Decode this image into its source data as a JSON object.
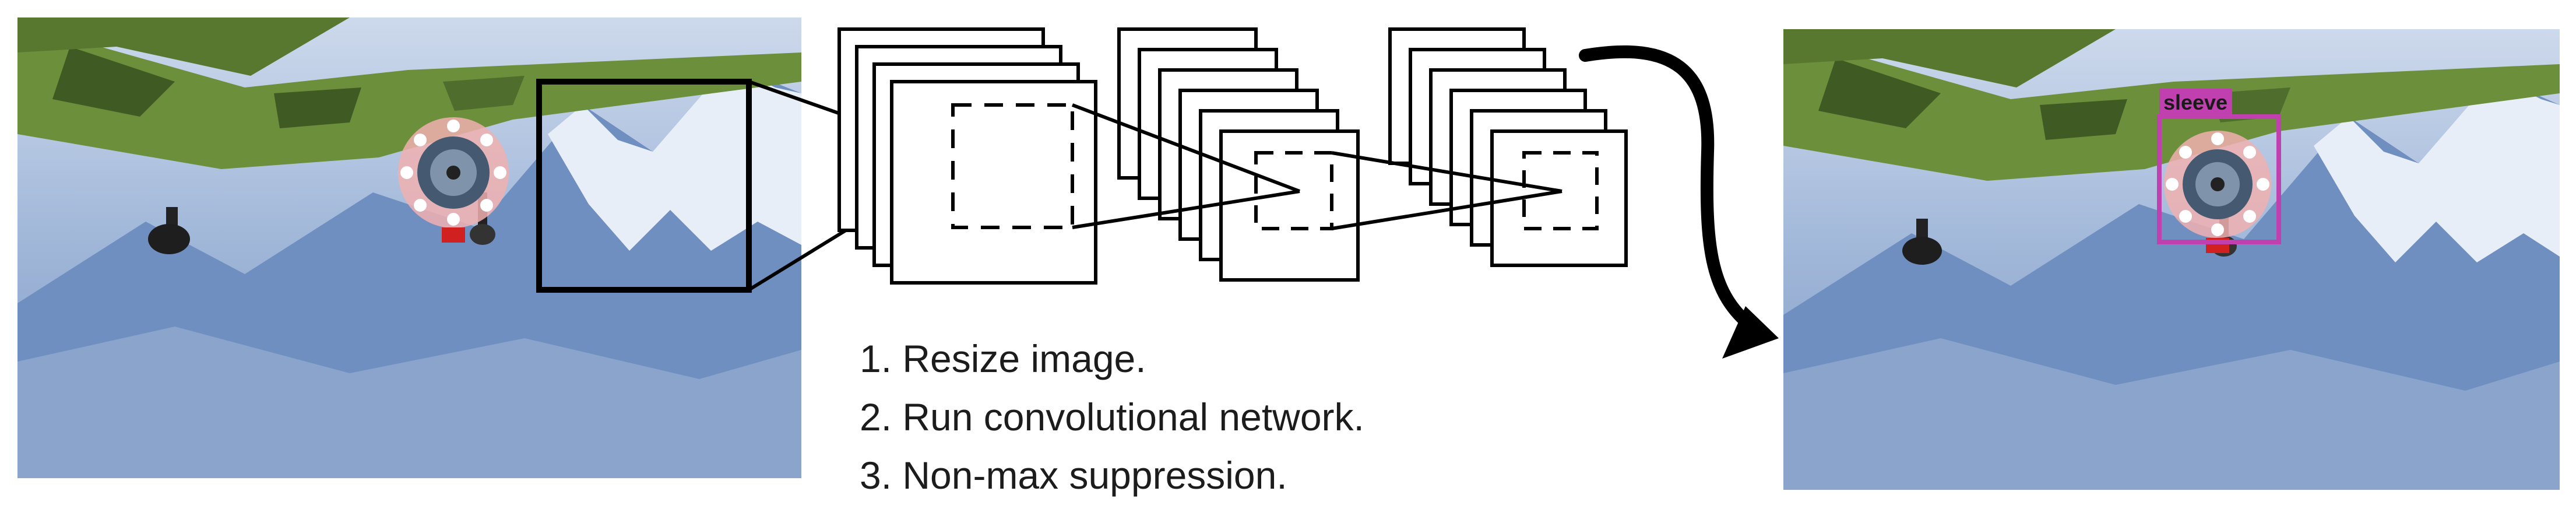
{
  "steps": [
    {
      "number": "1.",
      "text": "Resize image."
    },
    {
      "number": "2.",
      "text": "Run convolutional network."
    },
    {
      "number": "3.",
      "text": "Non-max suppression."
    }
  ],
  "detection": {
    "label": "sleeve",
    "box_color": "#c040b0",
    "label_text_color": "#1a1a1a"
  },
  "colors": {
    "sky": "#9fb6d8",
    "mountain": "#6f8fc0",
    "snow": "#e8eef8",
    "airplane_green": "#6b8f3a",
    "airplane_dark": "#3f5a22",
    "engine_ring": "#e85a5a",
    "diagram_stroke": "#000000"
  },
  "icons": {
    "input": "airplane-photo",
    "output": "airplane-photo-with-detection",
    "flow": "curved-arrow"
  }
}
